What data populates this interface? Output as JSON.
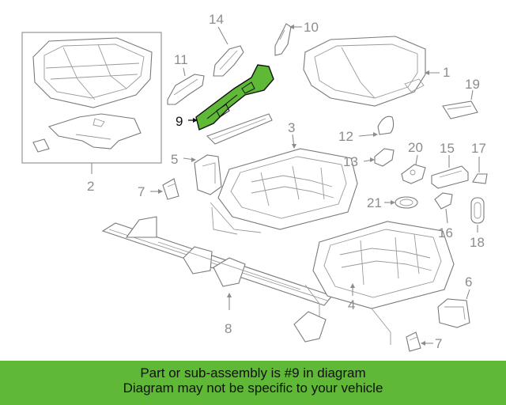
{
  "diagram": {
    "highlight_color": "#5fb836",
    "callouts": [
      "1",
      "2",
      "3",
      "4",
      "5",
      "6",
      "7",
      "8",
      "9",
      "10",
      "11",
      "12",
      "13",
      "14",
      "15",
      "16",
      "17",
      "18",
      "19",
      "20",
      "21",
      "7"
    ],
    "highlighted_part": "9"
  },
  "banner": {
    "line1": "Part or sub-assembly is #9 in diagram",
    "line2": "Diagram may not be specific to your vehicle",
    "background": "#5fb836"
  }
}
